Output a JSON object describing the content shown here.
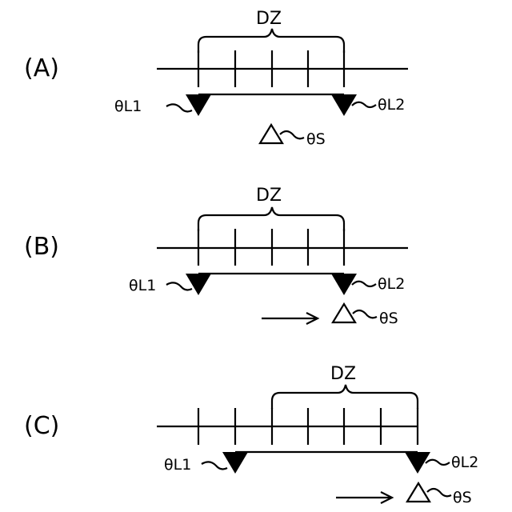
{
  "panels": [
    {
      "id": "A",
      "label": "(A)",
      "dz_label": "DZ",
      "left_marker": "θL1",
      "right_marker": "θL2",
      "target_marker": "θS",
      "moving": false
    },
    {
      "id": "B",
      "label": "(B)",
      "dz_label": "DZ",
      "left_marker": "θL1",
      "right_marker": "θL2",
      "target_marker": "θS",
      "moving": true
    },
    {
      "id": "C",
      "label": "(C)",
      "dz_label": "DZ",
      "left_marker": "θL1",
      "right_marker": "θL2",
      "target_marker": "θS",
      "moving": true
    }
  ],
  "colors": {
    "line": "#000000",
    "background": "#ffffff"
  }
}
